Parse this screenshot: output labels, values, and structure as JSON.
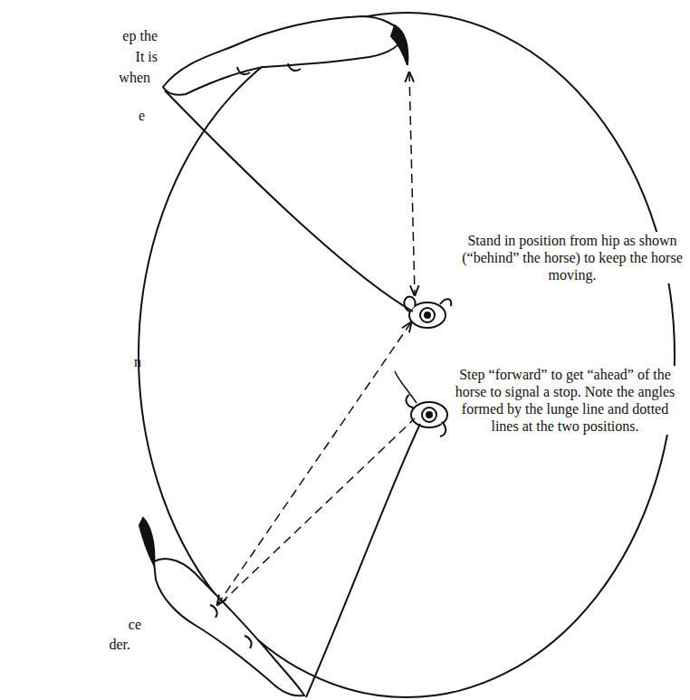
{
  "diagram": {
    "labels": [
      "Stand in position from hip as shown (“behind” the horse) to keep the horse moving.",
      "Step “forward” to get “ahead” of the horse to signal a stop. Note the angles formed by the lunge line and dotted lines at the two positions.",
      "ep the",
      "It is",
      "when",
      "e",
      "n",
      "ce",
      "der."
    ]
  }
}
